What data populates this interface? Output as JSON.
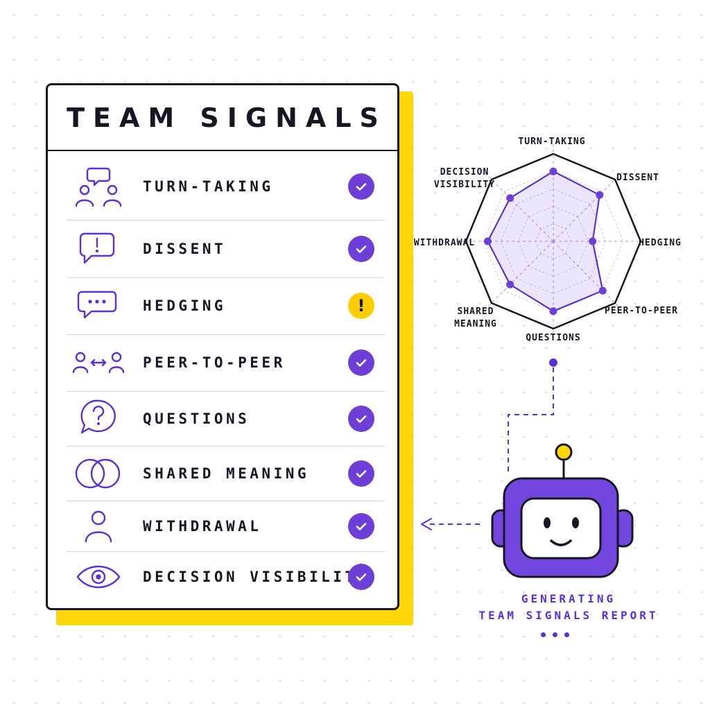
{
  "card": {
    "title": "TEAM SIGNALS",
    "rows": [
      {
        "label": "TURN-TAKING",
        "icon": "conversation-people-icon",
        "status": "check"
      },
      {
        "label": "DISSENT",
        "icon": "speech-exclamation-icon",
        "status": "check"
      },
      {
        "label": "HEDGING",
        "icon": "speech-ellipsis-icon",
        "status": "warning"
      },
      {
        "label": "PEER-TO-PEER",
        "icon": "people-exchange-icon",
        "status": "check"
      },
      {
        "label": "QUESTIONS",
        "icon": "speech-question-icon",
        "status": "check"
      },
      {
        "label": "SHARED MEANING",
        "icon": "overlapping-circles-icon",
        "status": "check"
      },
      {
        "label": "WITHDRAWAL",
        "icon": "person-icon",
        "status": "check"
      },
      {
        "label": "DECISION VISIBILITY",
        "icon": "eye-icon",
        "status": "check"
      }
    ],
    "warning_mark": "!"
  },
  "radar": {
    "axes": [
      {
        "key": "turn_taking",
        "label": "TURN-TAKING"
      },
      {
        "key": "dissent",
        "label": "DISSENT"
      },
      {
        "key": "hedging",
        "label": "HEDGING"
      },
      {
        "key": "peer_to_peer",
        "label": "PEER-TO-PEER"
      },
      {
        "key": "questions",
        "label": "QUESTIONS"
      },
      {
        "key": "shared_meaning",
        "label": "SHARED MEANING"
      },
      {
        "key": "withdrawal",
        "label": "WITHDRAWAL"
      },
      {
        "key": "decision_visibility",
        "label": "DECISION VISIBILITY"
      }
    ],
    "values": [
      0.8,
      0.75,
      0.45,
      0.8,
      0.8,
      0.7,
      0.75,
      0.7
    ],
    "max": 1.0
  },
  "assistant": {
    "line1": "GENERATING",
    "line2": "TEAM SIGNALS REPORT"
  },
  "colors": {
    "accent": "#6d3fd6",
    "warning": "#ffcc00",
    "shadow": "#ffd60a",
    "ink": "#161624"
  }
}
